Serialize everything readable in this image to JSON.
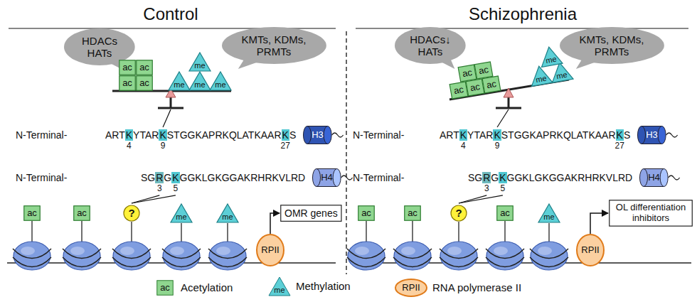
{
  "diagram": {
    "nodes": [
      {
        "text": [
          "HDACs HATs"
        ]
      },
      {
        "text": [
          "KMTs, KDMs, PRMTs"
        ]
      },
      {
        "text": [
          "ac"
        ]
      },
      {
        "text": [
          "ac"
        ]
      },
      {
        "text": [
          "ac"
        ]
      },
      {
        "text": [
          "ac"
        ]
      },
      {
        "text": [
          "me"
        ]
      },
      {
        "text": [
          "me"
        ]
      },
      {
        "text": [
          "me"
        ]
      },
      {
        "text": [
          "me"
        ]
      },
      {
        "text": [
          "H3"
        ]
      },
      {
        "text": [
          "H4"
        ]
      },
      {
        "text": [
          "ac"
        ]
      },
      {
        "text": [
          "ac"
        ]
      },
      {
        "text": [
          "?"
        ]
      },
      {
        "text": [
          "me"
        ]
      },
      {
        "text": [
          "me"
        ]
      },
      {
        "text": [
          "RPII"
        ]
      },
      {
        "text": [
          "OMR genes"
        ]
      },
      {
        "text": [
          "HDACs↓ HATs"
        ]
      },
      {
        "text": [
          "KMTs, KDMs, PRMTs"
        ]
      },
      {
        "text": [
          "ac"
        ]
      },
      {
        "text": [
          "ac"
        ]
      },
      {
        "text": [
          "ac"
        ]
      },
      {
        "text": [
          "ac"
        ]
      },
      {
        "text": [
          "ac"
        ]
      },
      {
        "text": [
          "me"
        ]
      },
      {
        "text": [
          "me"
        ]
      },
      {
        "text": [
          "me"
        ]
      },
      {
        "text": [
          "H3"
        ]
      },
      {
        "text": [
          "H4"
        ]
      },
      {
        "text": [
          "ac"
        ]
      },
      {
        "text": [
          "ac"
        ]
      },
      {
        "text": [
          "?"
        ]
      },
      {
        "text": [
          "ac"
        ]
      },
      {
        "text": [
          "me"
        ]
      },
      {
        "text": [
          "RPII"
        ]
      },
      {
        "text": [
          "OL differentiation inhibitors"
        ]
      }
    ],
    "edges": [
      {
        "from": 17,
        "to": 18,
        "arrow": "to"
      },
      {
        "from": 36,
        "to": 37,
        "arrow": "to"
      }
    ],
    "labels": [
      "Control",
      "Schizophrenia",
      "N-Terminal-",
      "ART",
      "K",
      "YTAR",
      "K",
      "STGGKAPRKQLATKAAR",
      "K",
      "S",
      "4",
      "9",
      "27",
      "N-Terminal-",
      "SG",
      "R",
      "G",
      "K",
      "GGKLGKGGAKRHRKVLRD",
      "3",
      "5",
      "N-Terminal-",
      "ART",
      "K",
      "YTAR",
      "K",
      "STGGKAPRKQLATKAAR",
      "K",
      "S",
      "4",
      "9",
      "27",
      "N-Terminal-",
      "SG",
      "R",
      "G",
      "K",
      "GGKLGKGGAKRHRKVLRD",
      "3",
      "5",
      "ac",
      "me",
      "RPII"
    ],
    "legend": [
      {
        "text": "Acetylation",
        "color": "#8fd68f"
      },
      {
        "text": "Methylation",
        "color": "#5ccfd6"
      },
      {
        "text": "RNA polymerase II",
        "color": "#fbd0a0"
      }
    ]
  }
}
